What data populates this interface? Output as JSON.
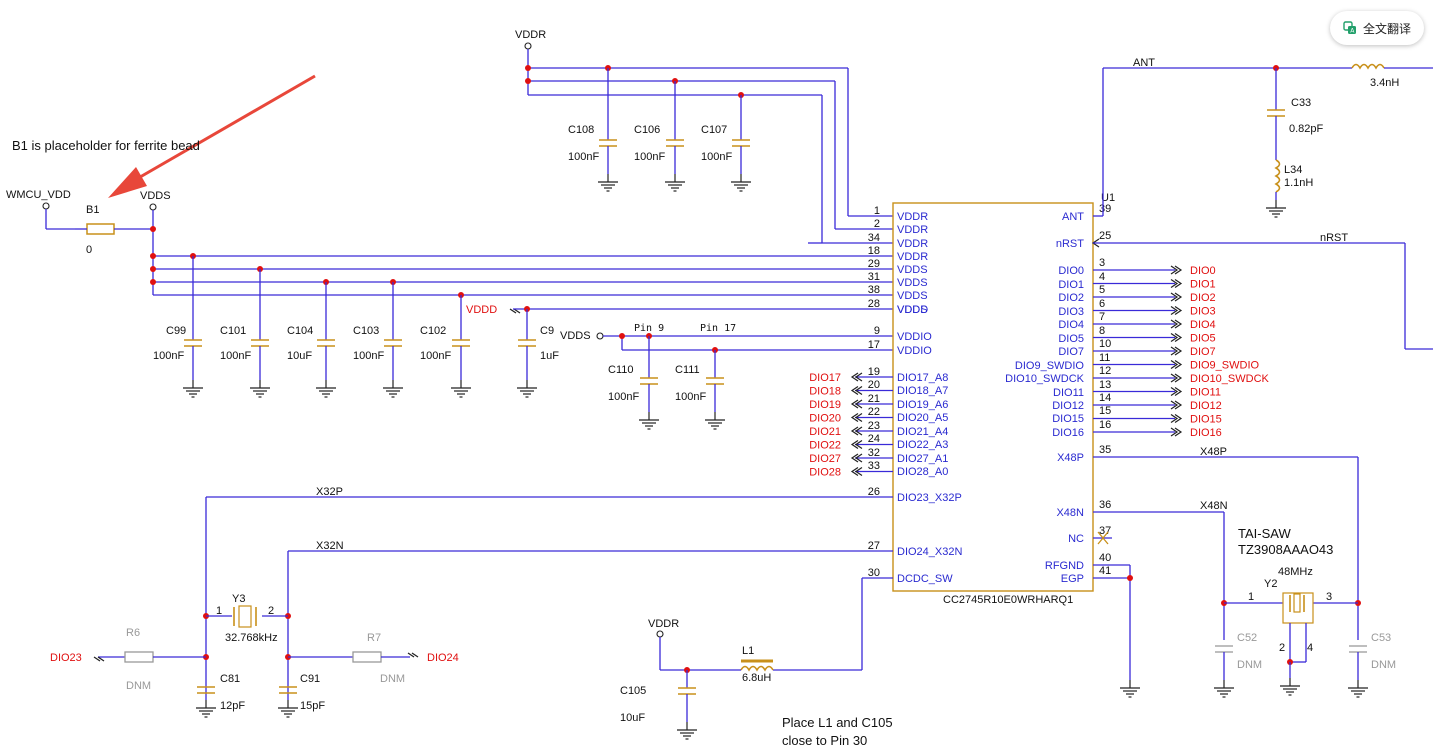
{
  "toolbar": {
    "translate_label": "全文翻译"
  },
  "annotations": {
    "ferrite_note": "B1 is placeholder for ferrite bead",
    "place_note_1": "Place L1 and C105",
    "place_note_2": "close to Pin 30"
  },
  "chip": {
    "ref": "U1",
    "part": "CC2745R10E0WRHARQ1",
    "left_pins": [
      {
        "num": "1",
        "name": "VDDR"
      },
      {
        "num": "2",
        "name": "VDDR"
      },
      {
        "num": "34",
        "name": "VDDR"
      },
      {
        "num": "18",
        "name": "VDDR"
      },
      {
        "num": "29",
        "name": "VDDS"
      },
      {
        "num": "31",
        "name": "VDDS"
      },
      {
        "num": "38",
        "name": "VDDS"
      },
      {
        "num": "28",
        "name": "VDDS"
      },
      {
        "num": "",
        "name": "VDDD"
      },
      {
        "num": "9",
        "name": "VDDIO"
      },
      {
        "num": "17",
        "name": "VDDIO"
      },
      {
        "num": "19",
        "name": "DIO17_A8"
      },
      {
        "num": "20",
        "name": "DIO18_A7"
      },
      {
        "num": "21",
        "name": "DIO19_A6"
      },
      {
        "num": "22",
        "name": "DIO20_A5"
      },
      {
        "num": "23",
        "name": "DIO21_A4"
      },
      {
        "num": "24",
        "name": "DIO22_A3"
      },
      {
        "num": "32",
        "name": "DIO27_A1"
      },
      {
        "num": "33",
        "name": "DIO28_A0"
      },
      {
        "num": "26",
        "name": "DIO23_X32P"
      },
      {
        "num": "27",
        "name": "DIO24_X32N"
      },
      {
        "num": "30",
        "name": "DCDC_SW"
      }
    ],
    "right_pins": [
      {
        "num": "39",
        "name": "ANT"
      },
      {
        "num": "25",
        "name": "nRST"
      },
      {
        "num": "3",
        "name": "DIO0"
      },
      {
        "num": "4",
        "name": "DIO1"
      },
      {
        "num": "5",
        "name": "DIO2"
      },
      {
        "num": "6",
        "name": "DIO3"
      },
      {
        "num": "7",
        "name": "DIO4"
      },
      {
        "num": "8",
        "name": "DIO5"
      },
      {
        "num": "10",
        "name": "DIO7"
      },
      {
        "num": "11",
        "name": "DIO9_SWDIO"
      },
      {
        "num": "12",
        "name": "DIO10_SWDCK"
      },
      {
        "num": "13",
        "name": "DIO11"
      },
      {
        "num": "14",
        "name": "DIO12"
      },
      {
        "num": "15",
        "name": "DIO15"
      },
      {
        "num": "16",
        "name": "DIO16"
      },
      {
        "num": "35",
        "name": "X48P"
      },
      {
        "num": "36",
        "name": "X48N"
      },
      {
        "num": "37",
        "name": "NC"
      },
      {
        "num": "40",
        "name": "RFGND"
      },
      {
        "num": "41",
        "name": "EGP"
      }
    ],
    "left_nets": [
      "DIO17",
      "DIO18",
      "DIO19",
      "DIO20",
      "DIO21",
      "DIO22",
      "DIO27",
      "DIO28"
    ],
    "right_nets": [
      "DIO0",
      "DIO1",
      "DIO2",
      "DIO3",
      "DIO4",
      "DIO5",
      "DIO7",
      "DIO9_SWDIO",
      "DIO10_SWDCK",
      "DIO11",
      "DIO12",
      "DIO15",
      "DIO16"
    ]
  },
  "nets": {
    "vddr": "VDDR",
    "vdds": "VDDS",
    "vddd": "VDDD",
    "wmcu": "WMCU_VDD",
    "ant": "ANT",
    "nrst": "nRST",
    "x48p": "X48P",
    "x48n": "X48N",
    "x32p": "X32P",
    "x32n": "X32N",
    "dio23": "DIO23",
    "dio24": "DIO24",
    "pin9": "Pin 9",
    "pin17": "Pin 17",
    "vdds2": "VDDS"
  },
  "parts": {
    "b1": {
      "ref": "B1",
      "val": "0"
    },
    "c99": {
      "ref": "C99",
      "val": "100nF"
    },
    "c101": {
      "ref": "C101",
      "val": "100nF"
    },
    "c104": {
      "ref": "C104",
      "val": "10uF"
    },
    "c103": {
      "ref": "C103",
      "val": "100nF"
    },
    "c102": {
      "ref": "C102",
      "val": "100nF"
    },
    "c9": {
      "ref": "C9",
      "val": "1uF"
    },
    "c110": {
      "ref": "C110",
      "val": "100nF"
    },
    "c111": {
      "ref": "C111",
      "val": "100nF"
    },
    "c108": {
      "ref": "C108",
      "val": "100nF"
    },
    "c106": {
      "ref": "C106",
      "val": "100nF"
    },
    "c107": {
      "ref": "C107",
      "val": "100nF"
    },
    "c33": {
      "ref": "C33",
      "val": "0.82pF"
    },
    "l34": {
      "ref": "L34",
      "val": "1.1nH"
    },
    "lant": {
      "val": "3.4nH"
    },
    "y3": {
      "ref": "Y3",
      "val": "32.768kHz",
      "p1": "1",
      "p2": "2"
    },
    "c81": {
      "ref": "C81",
      "val": "12pF"
    },
    "c91": {
      "ref": "C91",
      "val": "15pF"
    },
    "r6": {
      "ref": "R6",
      "val": "DNM"
    },
    "r7": {
      "ref": "R7",
      "val": "DNM"
    },
    "l1": {
      "ref": "L1",
      "val": "6.8uH"
    },
    "c105": {
      "ref": "C105",
      "val": "10uF"
    },
    "y2": {
      "ref": "Y2",
      "val": "48MHz",
      "maker": "TAI-SAW",
      "pn": "TZ3908AAAO43",
      "p1": "1",
      "p2": "2",
      "p3": "3",
      "p4": "4"
    },
    "c52": {
      "ref": "C52",
      "val": "DNM"
    },
    "c53": {
      "ref": "C53",
      "val": "DNM"
    }
  }
}
